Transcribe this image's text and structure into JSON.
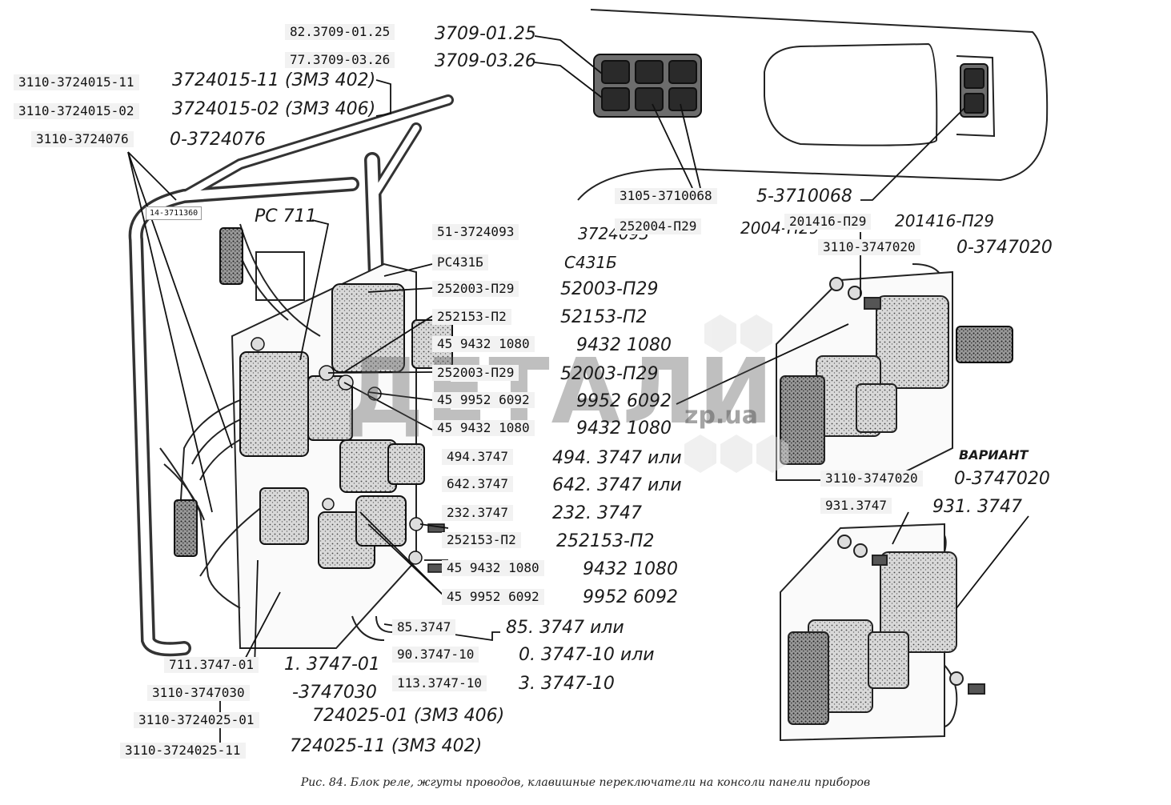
{
  "figure": {
    "caption": "Рис. 84. Блок реле, жгуты проводов, клавишные переключатели на консоли панели приборов",
    "variant_heading": "ВАРИАНТ",
    "watermark": "ДЕТАЛИ",
    "watermark_domain": "zp.ua"
  },
  "labels": {
    "l01": "82.3709-01.25",
    "l02": "77.3709-03.26",
    "l03": "3110-3724015-11",
    "l04": "3110-3724015-02",
    "l05": "3110-3724076",
    "l06": "14-3711360",
    "l07": "3105-3710068",
    "l08": "252004-П29",
    "l09": "201416-П29",
    "l10": "3110-3747020",
    "l11": "51-3724093",
    "l12": "РС431Б",
    "l13": "252003-П29",
    "l14": "252153-П2",
    "l15": "45  9432  1080",
    "l16": "252003-П29",
    "l17": "45  9952  6092",
    "l18": "45  9432  1080",
    "l19": "494.3747",
    "l20": "642.3747",
    "l21": "232.3747",
    "l22": "252153-П2",
    "l23": "45  9432  1080",
    "l24": "45  9952  6092",
    "l25": "85.3747",
    "l26": "90.3747-10",
    "l27": "113.3747-10",
    "l28": "711.3747-01",
    "l29": "3110-3747030",
    "l30": "3110-3724025-01",
    "l31": "3110-3724025-11",
    "l32": "3110-3747020",
    "l33": "931.3747"
  },
  "print_labels": {
    "p01": "3709-01.25",
    "p02": "3709-03.26",
    "p03": "3724015-11 (ЗМЗ 402)",
    "p04": "3724015-02 (ЗМЗ 406)",
    "p05": "0-3724076",
    "p06": "РС 711",
    "p07": "5-3710068",
    "p08": "2004-П29",
    "p09": "201416-П29",
    "p10": "0-3747020",
    "p11": "3724093",
    "p12": "С431Б",
    "p13": "52003-П29",
    "p14": "52153-П2",
    "p15": "9432 1080",
    "p16": "52003-П29",
    "p17": "9952 6092",
    "p18": "9432 1080",
    "p19": "494. 3747 или",
    "p20": "642. 3747 или",
    "p21": "232. 3747",
    "p22": "252153-П2",
    "p23": "9432 1080",
    "p24": "9952 6092",
    "p25": "85. 3747 или",
    "p26": "0. 3747-10 или",
    "p27": "3. 3747-10",
    "p28": "1. 3747-01",
    "p29": "-3747030",
    "p30": "724025-01 (ЗМЗ 406)",
    "p31": "724025-11 (ЗМЗ 402)",
    "p32": "0-3747020",
    "p33": "931. 3747"
  }
}
